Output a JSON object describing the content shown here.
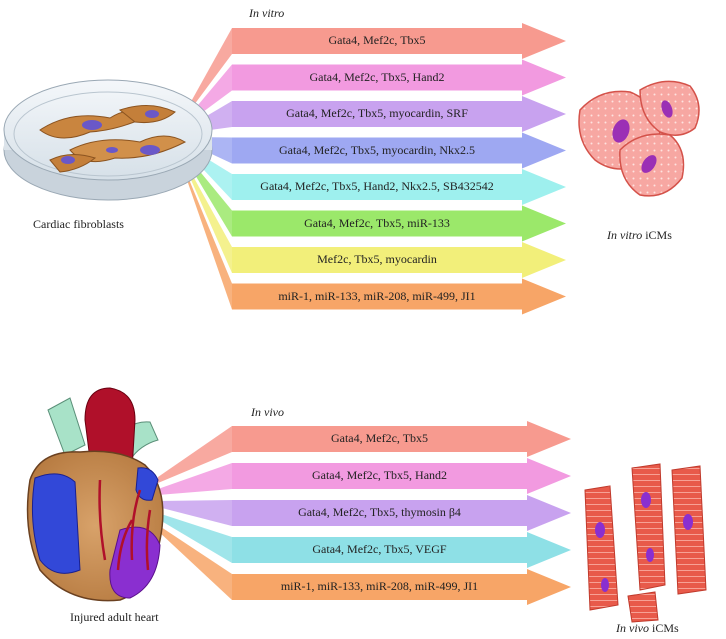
{
  "top": {
    "section_label": "In vitro",
    "source_label": "Cardiac fibroblasts",
    "target_label_italic": "In vitro",
    "target_label_rest": " iCMs",
    "arrows": [
      {
        "text": "Gata4, Mef2c, Tbx5",
        "color": "#f79a8f"
      },
      {
        "text": "Gata4, Mef2c, Tbx5, Hand2",
        "color": "#f29ae0"
      },
      {
        "text": "Gata4, Mef2c, Tbx5, myocardin, SRF",
        "color": "#c8a2ef"
      },
      {
        "text": "Gata4, Mef2c, Tbx5, myocardin, Nkx2.5",
        "color": "#9ea8f2"
      },
      {
        "text": "Gata4, Mef2c, Tbx5, Hand2, Nkx2.5, SB432542",
        "color": "#9ef0ee"
      },
      {
        "text": "Gata4, Mef2c, Tbx5, miR-133",
        "color": "#9be86a"
      },
      {
        "text": "Mef2c, Tbx5, myocardin",
        "color": "#f2ef7a"
      },
      {
        "text": "miR-1, miR-133, miR-208, miR-499, JI1",
        "color": "#f7a567"
      }
    ]
  },
  "bottom": {
    "section_label": "In vivo",
    "source_label": "Injured adult heart",
    "target_label_italic": "In vivo",
    "target_label_rest": " iCMs",
    "arrows": [
      {
        "text": "Gata4, Mef2c, Tbx5",
        "color": "#f79a8f"
      },
      {
        "text": "Gata4, Mef2c, Tbx5, Hand2",
        "color": "#f29ae0"
      },
      {
        "text": "Gata4, Mef2c, Tbx5, thymosin β4",
        "color": "#c8a2ef"
      },
      {
        "text": "Gata4, Mef2c, Tbx5, VEGF",
        "color": "#8ee0e6"
      },
      {
        "text": "miR-1, miR-133, miR-208, miR-499, JI1",
        "color": "#f7a567"
      }
    ]
  }
}
